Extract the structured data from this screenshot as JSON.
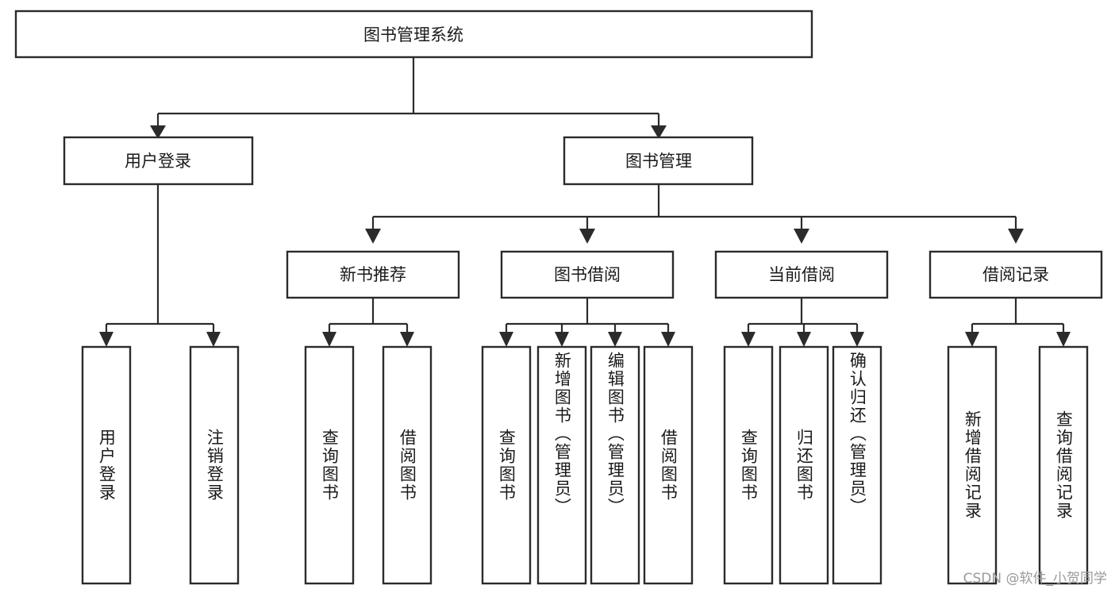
{
  "diagram": {
    "type": "tree-hierarchy",
    "title": "图书管理系统",
    "root": {
      "id": "root",
      "label": "图书管理系统",
      "orientation": "horizontal"
    },
    "level2": [
      {
        "id": "user-login",
        "label": "用户登录",
        "orientation": "horizontal"
      },
      {
        "id": "book-manage",
        "label": "图书管理",
        "orientation": "horizontal"
      }
    ],
    "level3": [
      {
        "id": "new-book-rec",
        "label": "新书推荐",
        "orientation": "horizontal",
        "parent": "book-manage"
      },
      {
        "id": "book-borrow",
        "label": "图书借阅",
        "orientation": "horizontal",
        "parent": "book-manage"
      },
      {
        "id": "current-borrow",
        "label": "当前借阅",
        "orientation": "horizontal",
        "parent": "book-manage"
      },
      {
        "id": "borrow-record",
        "label": "借阅记录",
        "orientation": "horizontal",
        "parent": "book-manage"
      }
    ],
    "leaves": [
      {
        "id": "leaf-user-login",
        "label": "用户登录",
        "parent": "user-login",
        "orientation": "vertical"
      },
      {
        "id": "leaf-user-logout",
        "label": "注销登录",
        "parent": "user-login",
        "orientation": "vertical"
      },
      {
        "id": "leaf-query-book-1",
        "label": "查询图书",
        "parent": "new-book-rec",
        "orientation": "vertical"
      },
      {
        "id": "leaf-borrow-book-1",
        "label": "借阅图书",
        "parent": "new-book-rec",
        "orientation": "vertical"
      },
      {
        "id": "leaf-query-book-2",
        "label": "查询图书",
        "parent": "book-borrow",
        "orientation": "vertical"
      },
      {
        "id": "leaf-add-book",
        "label": "新增图书（管理员）",
        "parent": "book-borrow",
        "orientation": "vertical"
      },
      {
        "id": "leaf-edit-book",
        "label": "编辑图书（管理员）",
        "parent": "book-borrow",
        "orientation": "vertical"
      },
      {
        "id": "leaf-borrow-book-2",
        "label": "借阅图书",
        "parent": "book-borrow",
        "orientation": "vertical"
      },
      {
        "id": "leaf-query-book-3",
        "label": "查询图书",
        "parent": "current-borrow",
        "orientation": "vertical"
      },
      {
        "id": "leaf-return-book",
        "label": "归还图书",
        "parent": "current-borrow",
        "orientation": "vertical"
      },
      {
        "id": "leaf-confirm-return",
        "label": "确认归还（管理员）",
        "parent": "current-borrow",
        "orientation": "vertical"
      },
      {
        "id": "leaf-add-record",
        "label": "新增借阅记录",
        "parent": "borrow-record",
        "orientation": "vertical"
      },
      {
        "id": "leaf-query-record",
        "label": "查询借阅记录",
        "parent": "borrow-record",
        "orientation": "vertical"
      }
    ],
    "colors": {
      "stroke": "#2b2b2b",
      "fill": "#ffffff",
      "text": "#1a1a1a",
      "watermark": "#9a9a9a"
    }
  },
  "watermark": {
    "text": "CSDN @软件_小贺同学"
  }
}
